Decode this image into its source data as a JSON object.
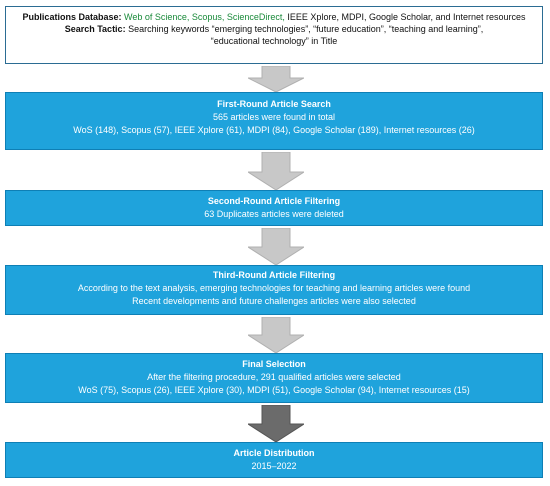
{
  "top": {
    "db_label": "Publications Database:",
    "db_green": "Web of Science, Scopus, ScienceDirect,",
    "db_rest": "IEEE Xplore, MDPI, Google Scholar, and Internet resources",
    "tactic_label": "Search Tactic:",
    "tactic_line1": "Searching keywords “emerging technologies”, “future education”, “teaching and learning”,",
    "tactic_line2": "“educational technology” in Title"
  },
  "boxes": [
    {
      "title": "First-Round Article Search",
      "lines": [
        "565 articles were found in total",
        "WoS (148), Scopus (57), IEEE Xplore (61), MDPI (84), Google Scholar (189), Internet resources (26)"
      ]
    },
    {
      "title": "Second-Round Article Filtering",
      "lines": [
        "63 Duplicates articles were deleted"
      ]
    },
    {
      "title": "Third-Round Article Filtering",
      "lines": [
        "According to the text analysis, emerging technologies for teaching and learning articles were found",
        "Recent developments and future challenges articles were also selected"
      ]
    },
    {
      "title": "Final Selection",
      "lines": [
        "After the filtering procedure, 291 qualified articles were selected",
        "WoS (75), Scopus (26), IEEE Xplore (30), MDPI (51), Google Scholar (94), Internet resources (15)"
      ]
    },
    {
      "title": "Article Distribution",
      "lines": [
        "2015–2022"
      ]
    }
  ],
  "colors": {
    "box_fill": "#1fa3dc",
    "arrow_light": "#c8c8c8",
    "arrow_dark": "#6b6b6b"
  }
}
